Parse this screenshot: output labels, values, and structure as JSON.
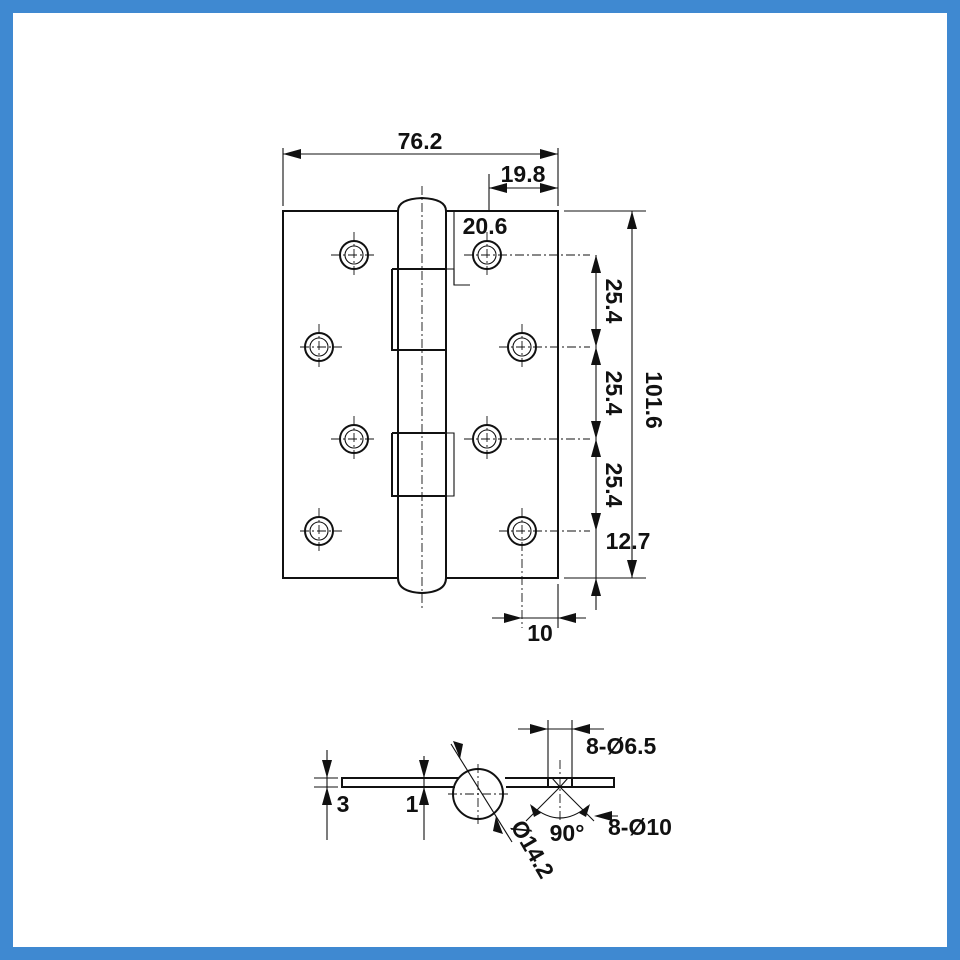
{
  "colors": {
    "frame": "#3f89d1",
    "line": "#111111",
    "background": "#ffffff"
  },
  "dimensions": {
    "overall_width": "76.2",
    "pin_offset": "19.8",
    "hole_offset": "20.6",
    "hole_spacing_1": "25.4",
    "hole_spacing_2": "25.4",
    "hole_spacing_3": "25.4",
    "overall_height": "101.6",
    "edge_distance_vertical": "12.7",
    "edge_distance_horizontal": "10",
    "hole_diameter": "8-Ø6.5",
    "countersink_diameter": "8-Ø10",
    "countersink_angle": "90°",
    "knuckle_diameter": "Ø14.2",
    "open_thickness": "3",
    "leaf_thickness": "1"
  }
}
